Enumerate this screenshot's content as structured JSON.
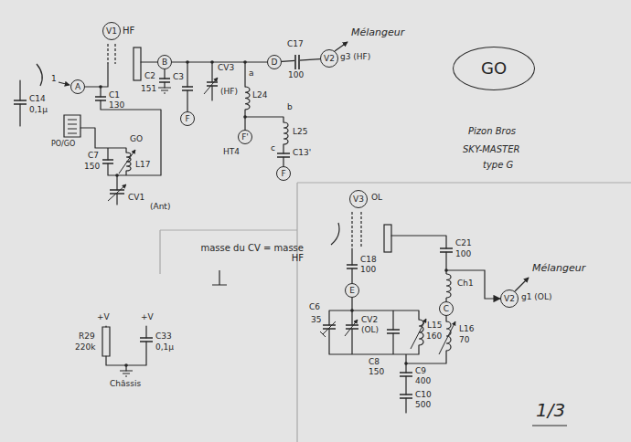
{
  "diagram": {
    "nodes": [
      {
        "text": [
          "V1"
        ]
      },
      {
        "text": [
          "A"
        ]
      },
      {
        "text": [
          "B"
        ]
      },
      {
        "text": [
          "D"
        ]
      },
      {
        "text": [
          "V2"
        ]
      },
      {
        "text": [
          "F"
        ]
      },
      {
        "text": [
          "F'"
        ]
      },
      {
        "text": [
          "F"
        ]
      },
      {
        "text": [
          "GO"
        ]
      },
      {
        "text": [
          "V3"
        ]
      },
      {
        "text": [
          "E"
        ]
      },
      {
        "text": [
          "C"
        ]
      },
      {
        "text": [
          "V2"
        ]
      }
    ],
    "edges": [
      {
        "from": 2,
        "to": 3,
        "arrow": "none"
      },
      {
        "from": 3,
        "to": 4,
        "arrow": "none"
      },
      {
        "from": 11,
        "to": 12,
        "arrow": "to"
      }
    ],
    "labels": [
      "HF",
      "1",
      "C14",
      "0,1µ",
      "C1",
      "130",
      "C2",
      "151",
      "C3",
      "CV3",
      "(HF)",
      "a",
      "L24",
      "b",
      "L25",
      "c",
      "C13'",
      "HT4",
      "C17",
      "100",
      "Mélangeur",
      "g3 (HF)",
      "PO/GO",
      "GO",
      "C7",
      "150",
      "L17",
      "CV1",
      "(Ant)",
      "Pizon Bros",
      "SKY-MASTER",
      "type G",
      "masse du CV = masse HF",
      "+V",
      "+V",
      "R29",
      "220k",
      "C33",
      "0,1µ",
      "Châssis",
      "OL",
      "Mélangeur",
      "g1 (OL)",
      "C21",
      "100",
      "C18",
      "100",
      "Ch1",
      "C6",
      "35",
      "CV2",
      "(OL)",
      "L15",
      "160",
      "C8",
      "150",
      "L16",
      "70",
      "C9",
      "400",
      "C10",
      "500",
      "1/3"
    ]
  }
}
